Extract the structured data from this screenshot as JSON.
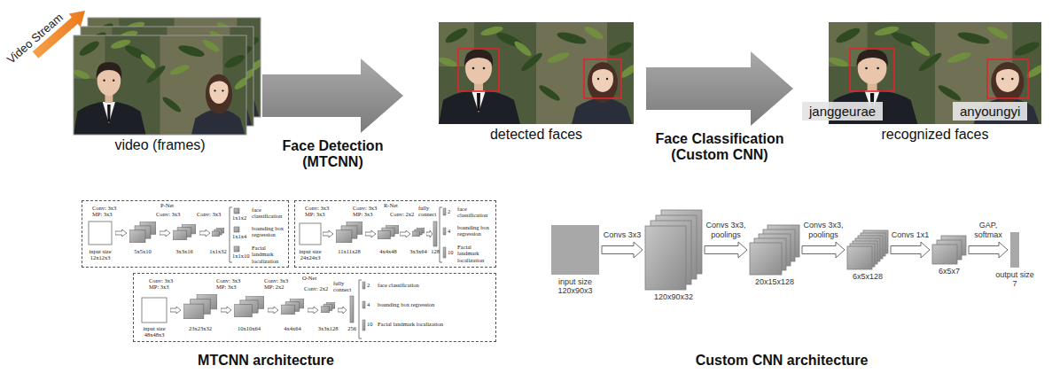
{
  "diagram": {
    "nodes": [
      {
        "text": [
          "video (frames)"
        ]
      },
      {
        "text": [
          "detected faces"
        ]
      },
      {
        "text": [
          "recognized faces"
        ]
      },
      {
        "text": [
          "janggeurae"
        ],
        "in": 2
      },
      {
        "text": [
          "anyoungyi"
        ],
        "in": 2
      },
      {
        "text": [
          "P-Net"
        ]
      },
      {
        "text": [
          "R-Net"
        ]
      },
      {
        "text": [
          "O-Net"
        ]
      },
      {
        "text": [
          "input size 120x90x3"
        ]
      },
      {
        "text": [
          "120x90x32"
        ]
      },
      {
        "text": [
          "20x15x128"
        ]
      },
      {
        "text": [
          "6x5x128"
        ]
      },
      {
        "text": [
          "6x5x7"
        ]
      },
      {
        "text": [
          "output size 7"
        ]
      }
    ],
    "edges": [
      {
        "from": 0,
        "to": 1,
        "label": "Face Detection (MTCNN)",
        "arrow": "to"
      },
      {
        "from": 1,
        "to": 2,
        "label": "Face Classification (Custom CNN)",
        "arrow": "to"
      },
      {
        "from": 8,
        "to": 9,
        "label": "Convs 3x3",
        "arrow": "to"
      },
      {
        "from": 9,
        "to": 10,
        "label": "Convs 3x3, poolings",
        "arrow": "to"
      },
      {
        "from": 10,
        "to": 11,
        "label": "Convs 3x3, poolings",
        "arrow": "to"
      },
      {
        "from": 11,
        "to": 12,
        "label": "Convs 1x1",
        "arrow": "to"
      },
      {
        "from": 12,
        "to": 13,
        "label": "GAP, softmax",
        "arrow": "to"
      }
    ],
    "labels": [
      "Video Stream",
      "MTCNN architecture",
      "Custom CNN architecture",
      "Conv: 3x3 MP: 3x3",
      "Conv: 3x3",
      "Conv: 3x3",
      "input size 12x12x3",
      "5x5x10",
      "3x3x16",
      "1x1x32",
      "face classification",
      "1x1x2",
      "bounding box regression",
      "1x1x4",
      "Facial landmark localization",
      "1x1x10",
      "Conv: 3x3 MP: 3x3",
      "Conv: 3x3 MP: 3x3",
      "Conv: 2x2",
      "fully connect",
      "input size 24x24x3",
      "11x11x28",
      "4x4x48",
      "3x3x64",
      "128",
      "face classification",
      "2",
      "bounding box regression",
      "4",
      "Facial landmark localization",
      "10",
      "Conv: 3x3 MP: 3x3",
      "Conv: 3x3 MP: 3x3",
      "Conv: 3x3 MP: 2x2",
      "Conv: 2x2",
      "fully connect",
      "input size 48x48x3",
      "23x23x32",
      "10x10x64",
      "4x4x64",
      "3x3x128",
      "256",
      "face classification",
      "2",
      "bounding box regression",
      "4",
      "Facial landmark localization",
      "10"
    ]
  }
}
